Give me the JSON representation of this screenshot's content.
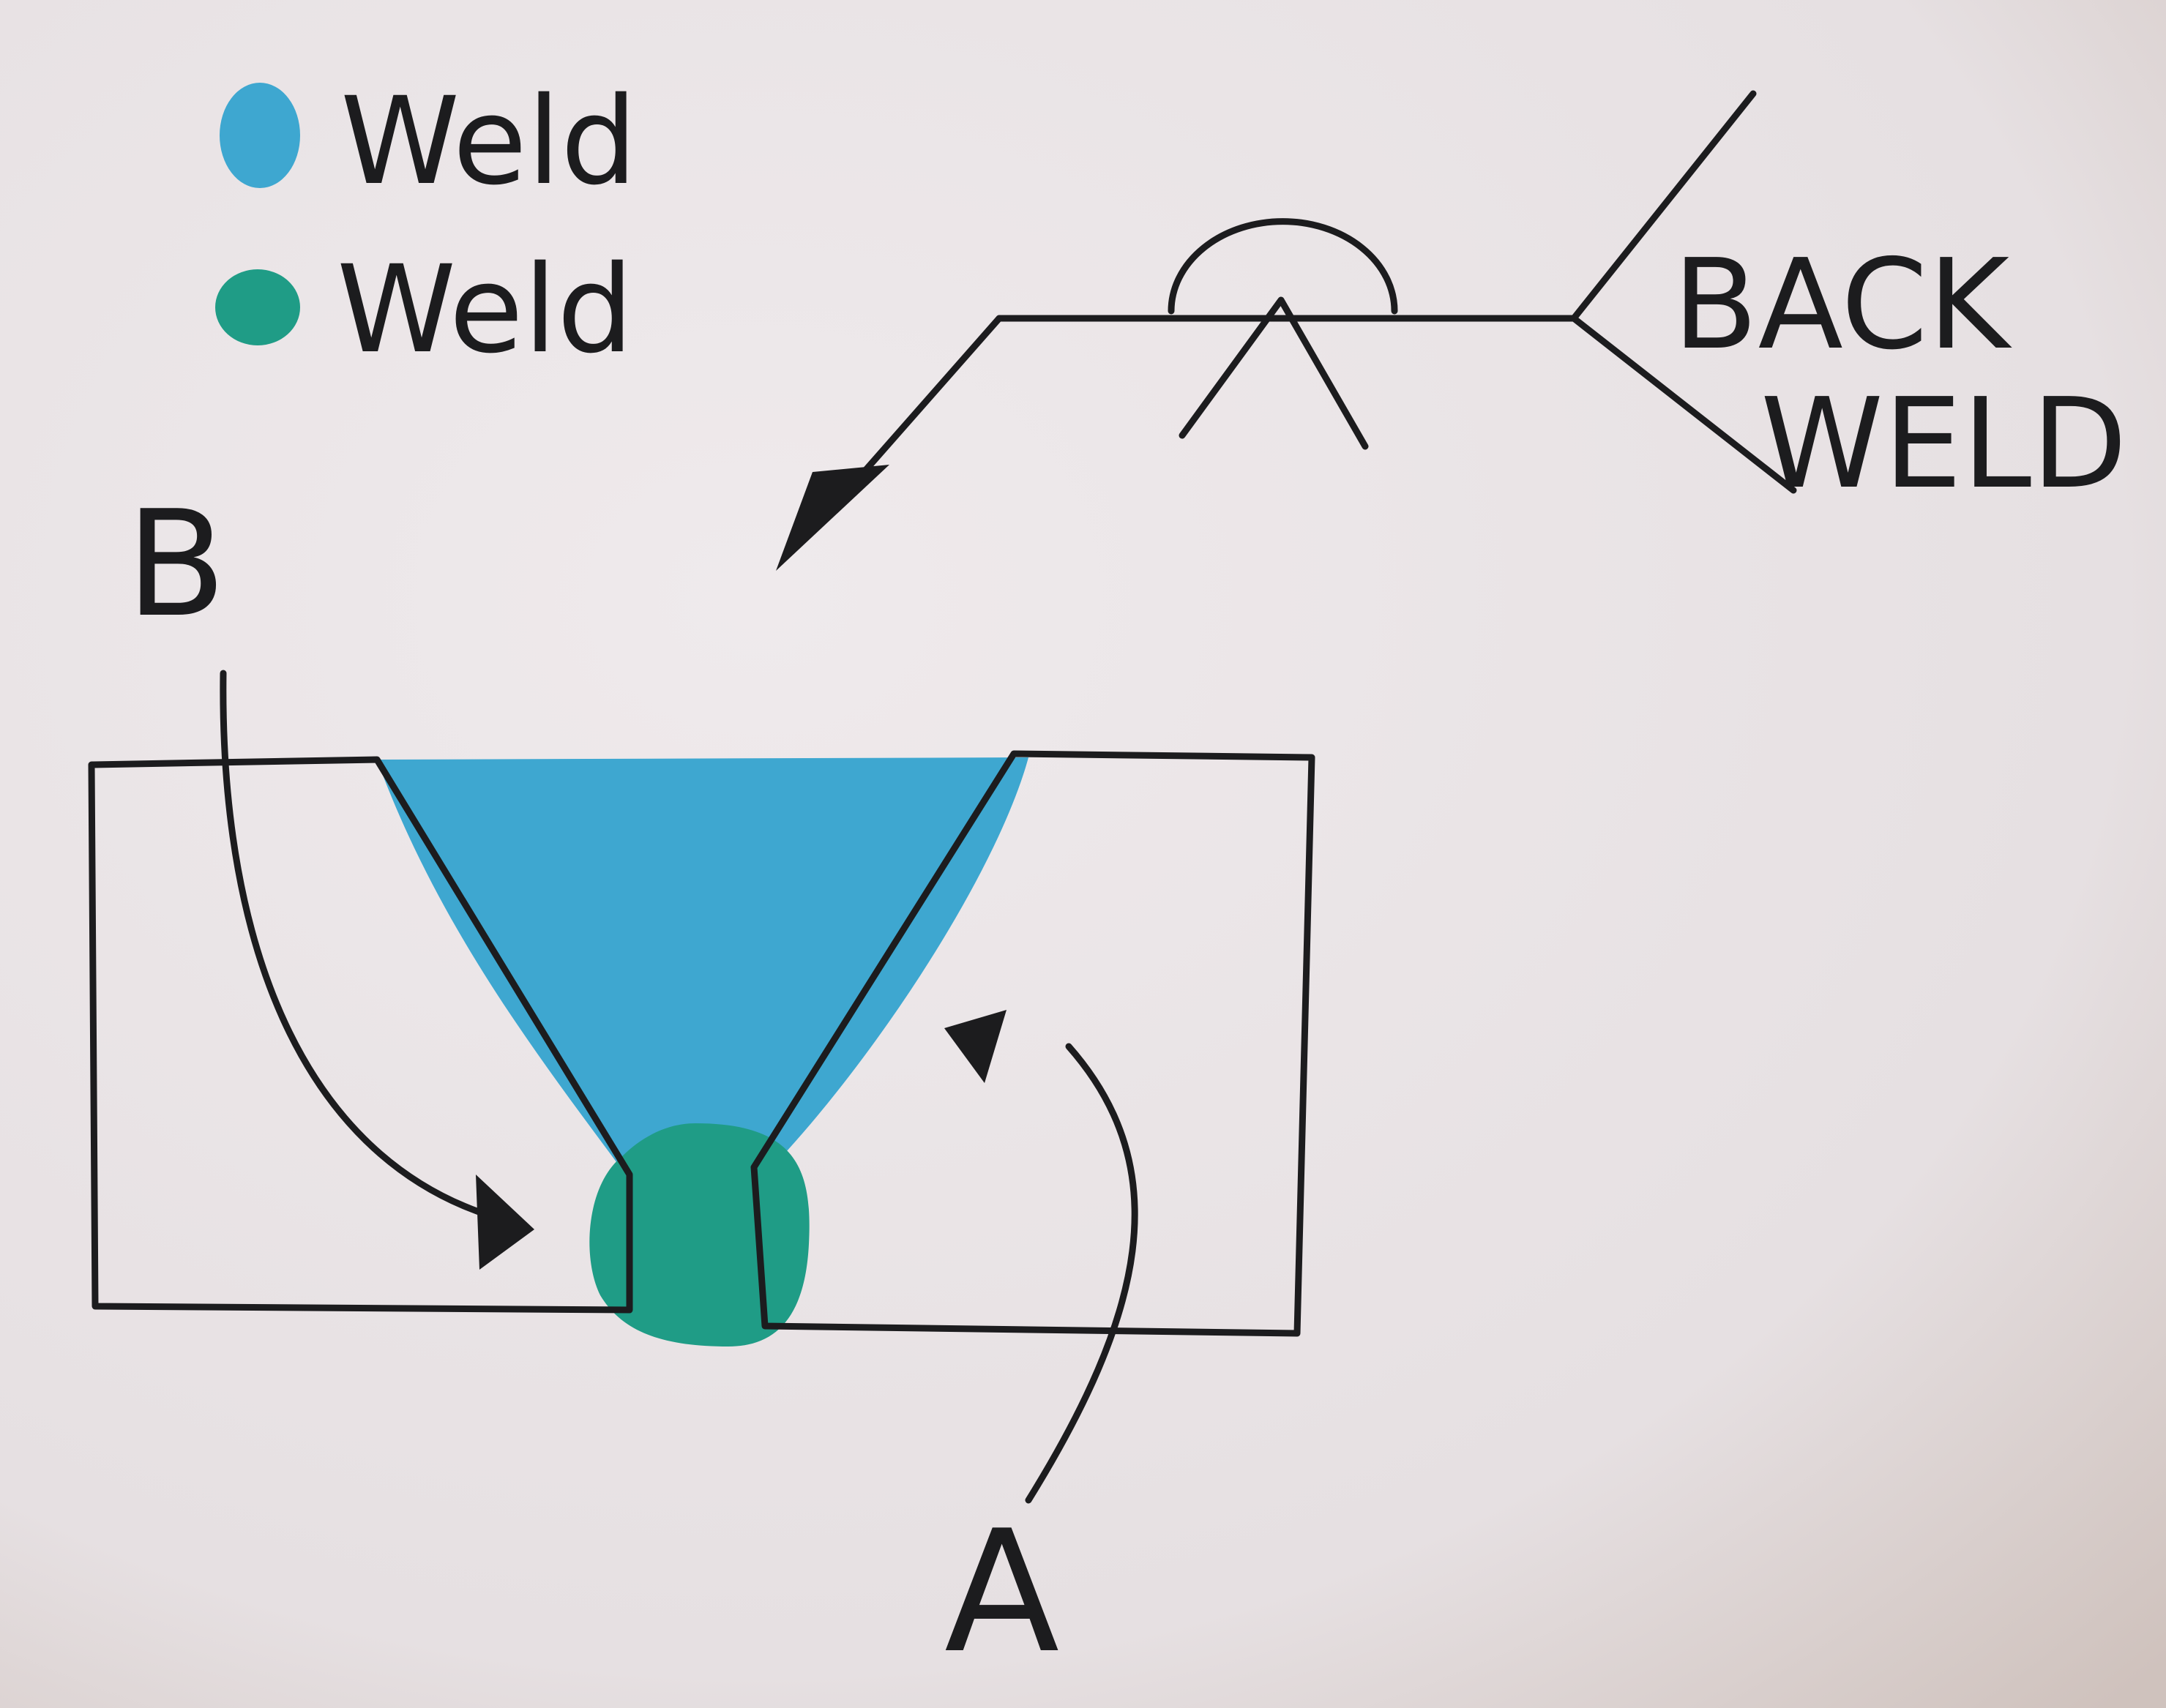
{
  "legend": [
    {
      "label": "Weld",
      "color": "#3ea7d0"
    },
    {
      "label": "Weld",
      "color": "#1f9c86"
    }
  ],
  "symbol": {
    "tail_text_line1": "BACK",
    "tail_text_line2": "WELD"
  },
  "callouts": {
    "b": "B",
    "a": "A"
  },
  "colors": {
    "ink": "#1c1c1e",
    "paper": "#e9e4e6",
    "groove_weld": "#3ea7d0",
    "back_weld": "#1f9c86"
  }
}
